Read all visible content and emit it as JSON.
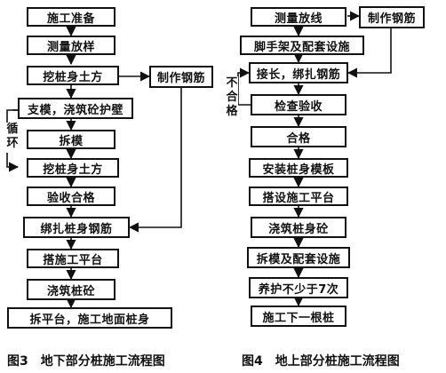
{
  "left_flow": {
    "steps": [
      "施工准备",
      "测量放样",
      "挖桩身土方",
      "支模，浇筑砼护壁",
      "拆模",
      "挖桩身土方",
      "验收合格",
      "绑扎桩身钢筋",
      "搭施工平台",
      "浇筑桩砼",
      "拆平台，施工地面桩身"
    ],
    "side_box": "制作钢筋",
    "loop_label": "循环",
    "caption": "图3　地下部分桩施工流程图"
  },
  "right_flow": {
    "steps": [
      "测量放线",
      "脚手架及配套设施",
      "接长，绑扎钢筋",
      "检查验收",
      "合格",
      "安装桩身模板",
      "搭设施工平台",
      "浇筑桩身砼",
      "拆模及配套设施",
      "养护不少于7次",
      "施工下一根桩"
    ],
    "side_box": "制作钢筋",
    "reject_label": "不合格",
    "caption": "图4　地上部分桩施工流程图"
  }
}
